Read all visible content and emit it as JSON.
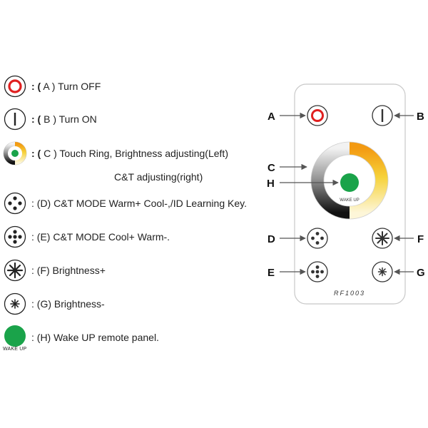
{
  "legend": {
    "a_prefix": ": (",
    "a_text": " A ) Turn OFF",
    "b_prefix": ": (",
    "b_text": " B ) Turn ON",
    "c_prefix": ": (",
    "c_text": " C ) Touch Ring, Brightness adjusting(Left)",
    "c_cont": "C&T adjusting(right)",
    "d_text": ": (D) C&T MODE Warm+ Cool-,/ID Learning Key.",
    "e_text": ": (E) C&T MODE Cool+ Warm-.",
    "f_text": ": (F) Brightness+",
    "g_text": ": (G) Brightness-",
    "h_text": ": (H) Wake UP remote panel.",
    "wake_small": "WAKE UP"
  },
  "remote": {
    "labels": {
      "a": "A",
      "b": "B",
      "c": "C",
      "h": "H",
      "d": "D",
      "f": "F",
      "e": "E",
      "g": "G"
    },
    "wake_label": "WAKE UP",
    "model": "RF1003"
  },
  "colors": {
    "off_red": "#e02020",
    "green": "#1aa34a",
    "ring_warm": "#f5a623",
    "ring_dark": "#222222"
  },
  "icons": {
    "a": "power-off-icon",
    "b": "power-on-icon",
    "c": "touch-ring-icon",
    "d": "four-dot-icon",
    "e": "five-dot-icon",
    "f": "brightness-up-icon",
    "g": "brightness-down-icon",
    "h": "wake-up-icon"
  }
}
